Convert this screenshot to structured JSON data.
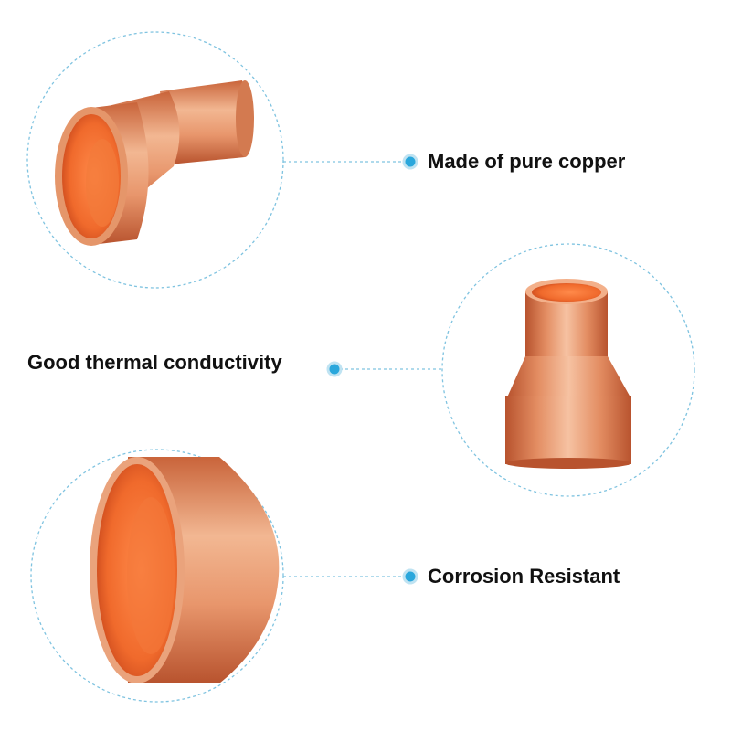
{
  "features": [
    {
      "label": "Made of pure copper"
    },
    {
      "label": "Good thermal conductivity"
    },
    {
      "label": "Corrosion Resistant"
    }
  ],
  "colors": {
    "accent": "#2aa7dc",
    "dashed_line": "#7fc3e0",
    "copper_light": "#f6c2a2",
    "copper_mid": "#e38d62",
    "copper_dark": "#b8532e",
    "copper_inner": "#f06a2c",
    "text": "#111111"
  },
  "icons": [
    "copper-reducer-large-end-icon",
    "copper-reducer-upright-icon",
    "copper-cap-icon"
  ]
}
